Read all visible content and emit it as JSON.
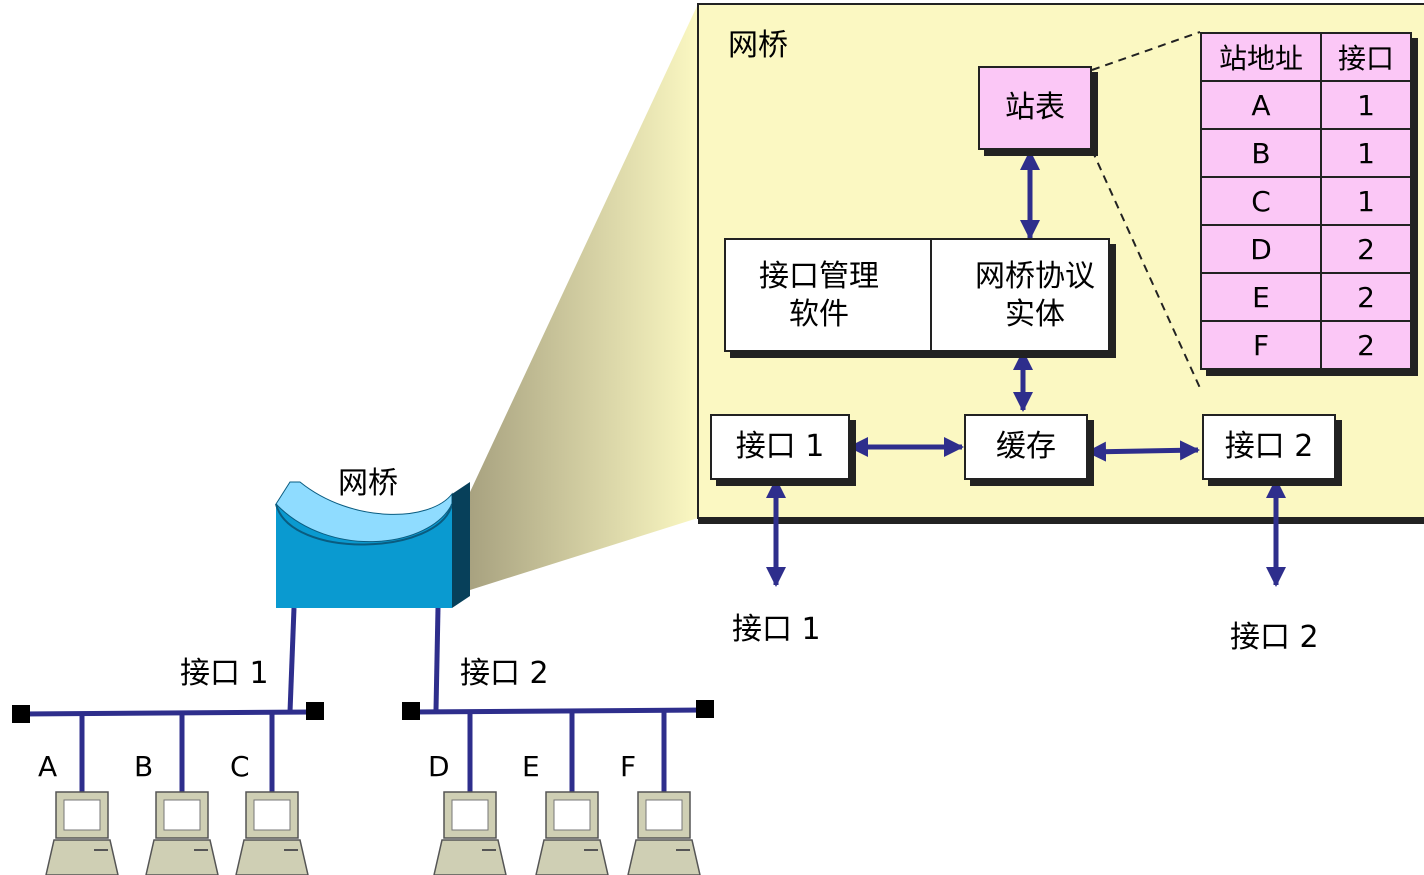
{
  "colors": {
    "bridge_panel": "#fbf8c2",
    "station_table_fill": "#fbc7f6",
    "bridge_body": "#0a9ad0",
    "bridge_top": "#8fdcff",
    "arrow": "#2e2e8c",
    "bus_line": "#2e2e8c",
    "terminal": "#cfcfb4"
  },
  "left": {
    "bridge_label": "网桥",
    "port1_label": "接口 1",
    "port2_label": "接口 2",
    "hosts_segment1": [
      "A",
      "B",
      "C"
    ],
    "hosts_segment2": [
      "D",
      "E",
      "F"
    ]
  },
  "detail": {
    "title": "网桥",
    "station_table_box": "站表",
    "mgmt_software_line1": "接口管理",
    "mgmt_software_line2": "软件",
    "protocol_entity_line1": "网桥协议",
    "protocol_entity_line2": "实体",
    "buffer": "缓存",
    "port1_box": "接口 1",
    "port2_box": "接口 2",
    "port1_below": "接口 1",
    "port2_below": "接口 2"
  },
  "station_table": {
    "headers": [
      "站地址",
      "接口"
    ],
    "rows": [
      [
        "A",
        "1"
      ],
      [
        "B",
        "1"
      ],
      [
        "C",
        "1"
      ],
      [
        "D",
        "2"
      ],
      [
        "E",
        "2"
      ],
      [
        "F",
        "2"
      ]
    ]
  }
}
